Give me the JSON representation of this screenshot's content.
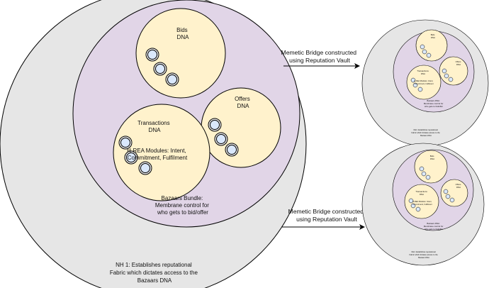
{
  "diagram": {
    "main": {
      "nh1_lines": [
        "NH 1: Establishes reputational",
        "Fabric which dictates access to the",
        "Bazaars DNA"
      ],
      "bundle_lines": [
        "Bazaars Bundle:",
        "Membrane control for",
        "who gets to bid/offer"
      ],
      "bids_lines": [
        "Bids",
        "DNA"
      ],
      "offers_lines": [
        "Offers",
        "DNA"
      ],
      "transactions_lines": [
        "Transactions",
        "DNA"
      ],
      "modules_lines": [
        "H-REA Modules: Intent,",
        "Commitment, Fulfilment"
      ]
    },
    "bridge_top_lines": [
      "Memetic Bridge constructed",
      "using Reputation Vault"
    ],
    "bridge_bottom_lines": [
      "Memetic Bridge constructed",
      "using Reputation Vault"
    ],
    "mini_top": {
      "bids_lines": [
        "Bids",
        "DNA"
      ],
      "offers_lines": [
        "Offers",
        "DNA"
      ],
      "transactions_lines": [
        "Transactions",
        "DNA"
      ],
      "modules_lines": [
        "H-REA Modules: Intent,",
        "Commitment, Fulfilment"
      ],
      "bundle_lines": [
        "Bazaars DNA:",
        "Membrane control for",
        "who gets to bid/offer"
      ],
      "nh_lines": [
        "NH1: Establishes reputational",
        "Fabric which dictates access to the",
        "Bazaars DNA"
      ]
    },
    "mini_bottom": {
      "bids_lines": [
        "Bids",
        "DNA"
      ],
      "offers_lines": [
        "Offers",
        "DNA"
      ],
      "transactions_lines": [
        "Transactions",
        "DNA"
      ],
      "modules_lines": [
        "H-REA Modules: Intent,",
        "Commitment, Fulfilment"
      ],
      "bundle_lines": [
        "Bazaars DNA:",
        "Membrane control for",
        "who gets to bid/offer"
      ],
      "nh_lines": [
        "NH1: Establishes reputational",
        "Fabric which dictates access to the",
        "Bazaars DNA"
      ]
    },
    "colors": {
      "outer": "#e6e6e6",
      "membrane": "#e1d5e7",
      "dna": "#fff2cc",
      "dna_stroke": "#d6b656",
      "node": "#dae8fc",
      "line": "#000000"
    }
  }
}
